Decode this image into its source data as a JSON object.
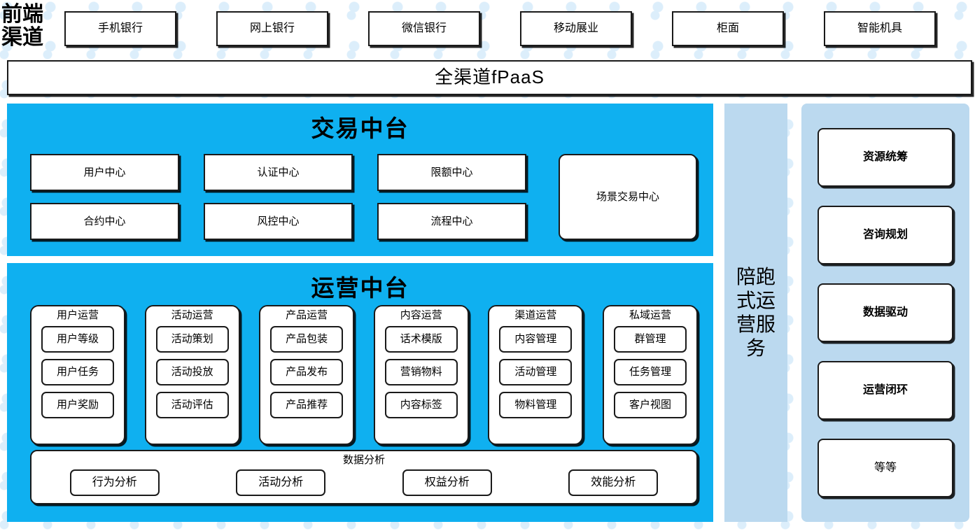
{
  "colors": {
    "cyan_panel": "#0FB0F0",
    "light_blue_panel": "#BBD9EF",
    "box_border": "#1a1a1a",
    "box_fill": "#ffffff",
    "dot_pattern": "#dceefb"
  },
  "front": {
    "label": "前端\n渠道",
    "label_line1": "前端",
    "label_line2": "渠道",
    "channels": [
      {
        "label": "手机银行"
      },
      {
        "label": "网上银行"
      },
      {
        "label": "微信银行"
      },
      {
        "label": "移动展业"
      },
      {
        "label": "柜面"
      },
      {
        "label": "智能机具"
      }
    ]
  },
  "fpaas": {
    "label": "全渠道fPaaS"
  },
  "trade_platform": {
    "title": "交易中台",
    "centers": [
      {
        "label": "用户中心"
      },
      {
        "label": "认证中心"
      },
      {
        "label": "限额中心"
      },
      {
        "label": "合约中心"
      },
      {
        "label": "风控中心"
      },
      {
        "label": "流程中心"
      }
    ],
    "scene_center": {
      "label": "场景交易中心"
    }
  },
  "ops_platform": {
    "title": "运营中台",
    "groups": [
      {
        "title": "用户运营",
        "items": [
          {
            "label": "用户等级"
          },
          {
            "label": "用户任务"
          },
          {
            "label": "用户奖励"
          }
        ]
      },
      {
        "title": "活动运营",
        "items": [
          {
            "label": "活动策划"
          },
          {
            "label": "活动投放"
          },
          {
            "label": "活动评估"
          }
        ]
      },
      {
        "title": "产品运营",
        "items": [
          {
            "label": "产品包装"
          },
          {
            "label": "产品发布"
          },
          {
            "label": "产品推荐"
          }
        ]
      },
      {
        "title": "内容运营",
        "items": [
          {
            "label": "话术模版"
          },
          {
            "label": "营销物料"
          },
          {
            "label": "内容标签"
          }
        ]
      },
      {
        "title": "渠道运营",
        "items": [
          {
            "label": "内容管理"
          },
          {
            "label": "活动管理"
          },
          {
            "label": "物料管理"
          }
        ]
      },
      {
        "title": "私域运营",
        "items": [
          {
            "label": "群管理"
          },
          {
            "label": "任务管理"
          },
          {
            "label": "客户视图"
          }
        ]
      }
    ],
    "data_analysis": {
      "title": "数据分析",
      "items": [
        {
          "label": "行为分析"
        },
        {
          "label": "活动分析"
        },
        {
          "label": "权益分析"
        },
        {
          "label": "效能分析"
        }
      ]
    }
  },
  "service_column": {
    "label": "陪跑式运营服务"
  },
  "capability_column": {
    "items": [
      {
        "label": "资源统筹",
        "bold": true
      },
      {
        "label": "咨询规划",
        "bold": true
      },
      {
        "label": "数据驱动",
        "bold": true
      },
      {
        "label": "运营闭环",
        "bold": true
      },
      {
        "label": "等等",
        "bold": false
      }
    ]
  }
}
